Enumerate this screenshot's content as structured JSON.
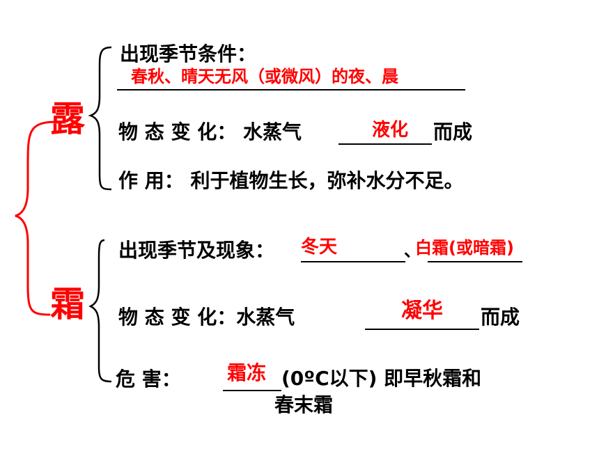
{
  "colors": {
    "accent": "#ff0000",
    "text": "#000000",
    "background": "#ffffff"
  },
  "main_title": {
    "dew": "露",
    "frost": "霜"
  },
  "dew": {
    "season": {
      "label": "出现季节条件：",
      "answer": "春秋、晴天无风（或微风）的夜、晨"
    },
    "change": {
      "label": "物 态  变  化：  水蒸气",
      "answer": "液化",
      "suffix": "而成"
    },
    "effect": {
      "label": "作    用：  利于植物生长，弥补水分不足。"
    }
  },
  "frost": {
    "season": {
      "label": "出现季节及现象：",
      "answer1": "冬天",
      "sep": "、",
      "answer2": "白霜(或暗霜)"
    },
    "change": {
      "label": "物  态   变     化：水蒸气",
      "answer": "凝华",
      "suffix": "而成"
    },
    "harm": {
      "label": "危     害：",
      "answer": "霜冻",
      "suffix": "(0ºC以下) 即早秋霜和",
      "line2": "春末霜"
    }
  }
}
